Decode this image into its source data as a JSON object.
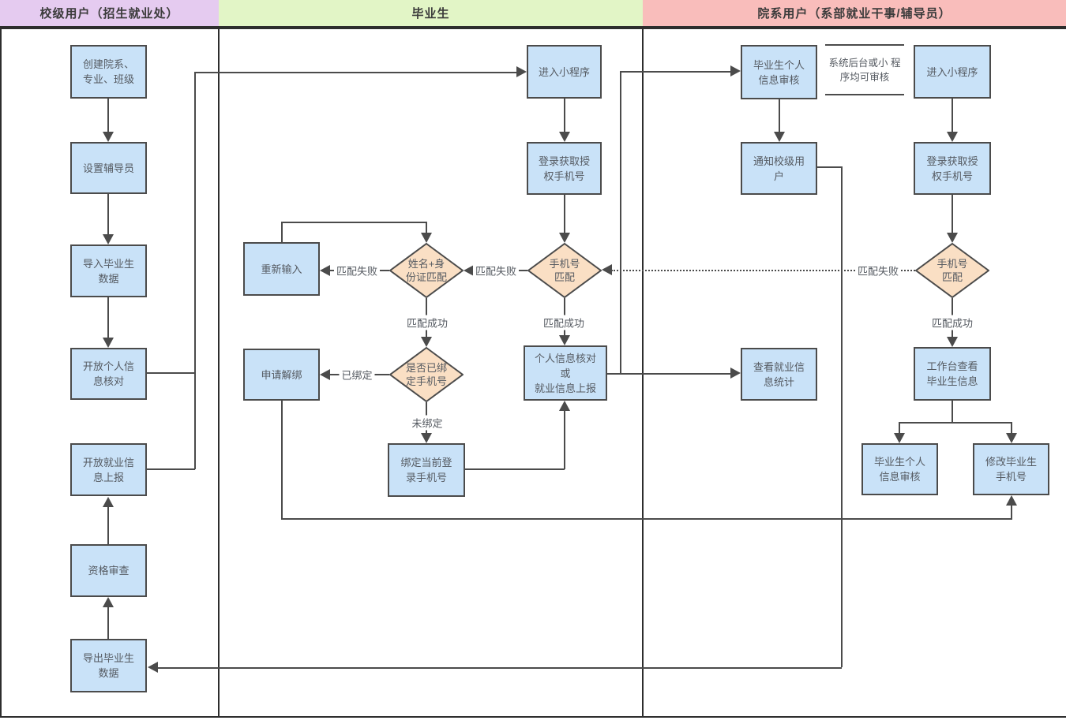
{
  "lanes": [
    {
      "title": "校级用户（招生就业处）"
    },
    {
      "title": "毕业生"
    },
    {
      "title": "院系用户（系部就业干事/辅导员）"
    }
  ],
  "nodes": {
    "create_depts": {
      "label": "创建院系、\n专业、班级"
    },
    "set_counselor": {
      "label": "设置辅导员"
    },
    "import_grad": {
      "label": "导入毕业生\n数据"
    },
    "open_check": {
      "label": "开放个人信\n息核对"
    },
    "open_report": {
      "label": "开放就业信\n息上报"
    },
    "qualification": {
      "label": "资格审查"
    },
    "export_grad": {
      "label": "导出毕业生\n数据"
    },
    "enter_mini_grad": {
      "label": "进入小程序"
    },
    "login_auth_grad": {
      "label": "登录获取授\n权手机号"
    },
    "phone_match_grad": {
      "label": "手机号\n匹配"
    },
    "name_id_match": {
      "label": "姓名+身\n份证匹配"
    },
    "re_input": {
      "label": "重新输入"
    },
    "bind_check": {
      "label": "是否已绑\n定手机号"
    },
    "apply_unbind": {
      "label": "申请解绑"
    },
    "bind_current": {
      "label": "绑定当前登\n录手机号"
    },
    "info_check_or_report": {
      "label": "个人信息核对\n或\n就业信息上报"
    },
    "grad_review_top": {
      "label": "毕业生个人\n信息审核"
    },
    "notify_school": {
      "label": "通知校级用\n户"
    },
    "view_stats": {
      "label": "查看就业信\n息统计"
    },
    "enter_mini_dept": {
      "label": "进入小程序"
    },
    "login_auth_dept": {
      "label": "登录获取授\n权手机号"
    },
    "phone_match_dept": {
      "label": "手机号\n匹配"
    },
    "workbench_view": {
      "label": "工作台查看\n毕业生信息"
    },
    "grad_review_bottom": {
      "label": "毕业生个人\n信息审核"
    },
    "modify_phone": {
      "label": "修改毕业生\n手机号"
    }
  },
  "note": {
    "text": "系统后台或小\n程序均可审核"
  },
  "edge_labels": {
    "match_fail": "匹配失败",
    "match_success": "匹配成功",
    "bound": "已绑定",
    "unbound": "未绑定"
  },
  "colors": {
    "lane1_header": "#E5CBF0",
    "lane2_header": "#E2F5C6",
    "lane3_header": "#F9BDBB",
    "node_fill": "#C9E2F8",
    "node_border": "#4B4B4B",
    "diamond_fill": "#FADFC4",
    "line_color": "#4B4B4B",
    "frame_color": "#2D2D2D",
    "text_color": "#555A61",
    "header_text": "#3B3B3B"
  }
}
